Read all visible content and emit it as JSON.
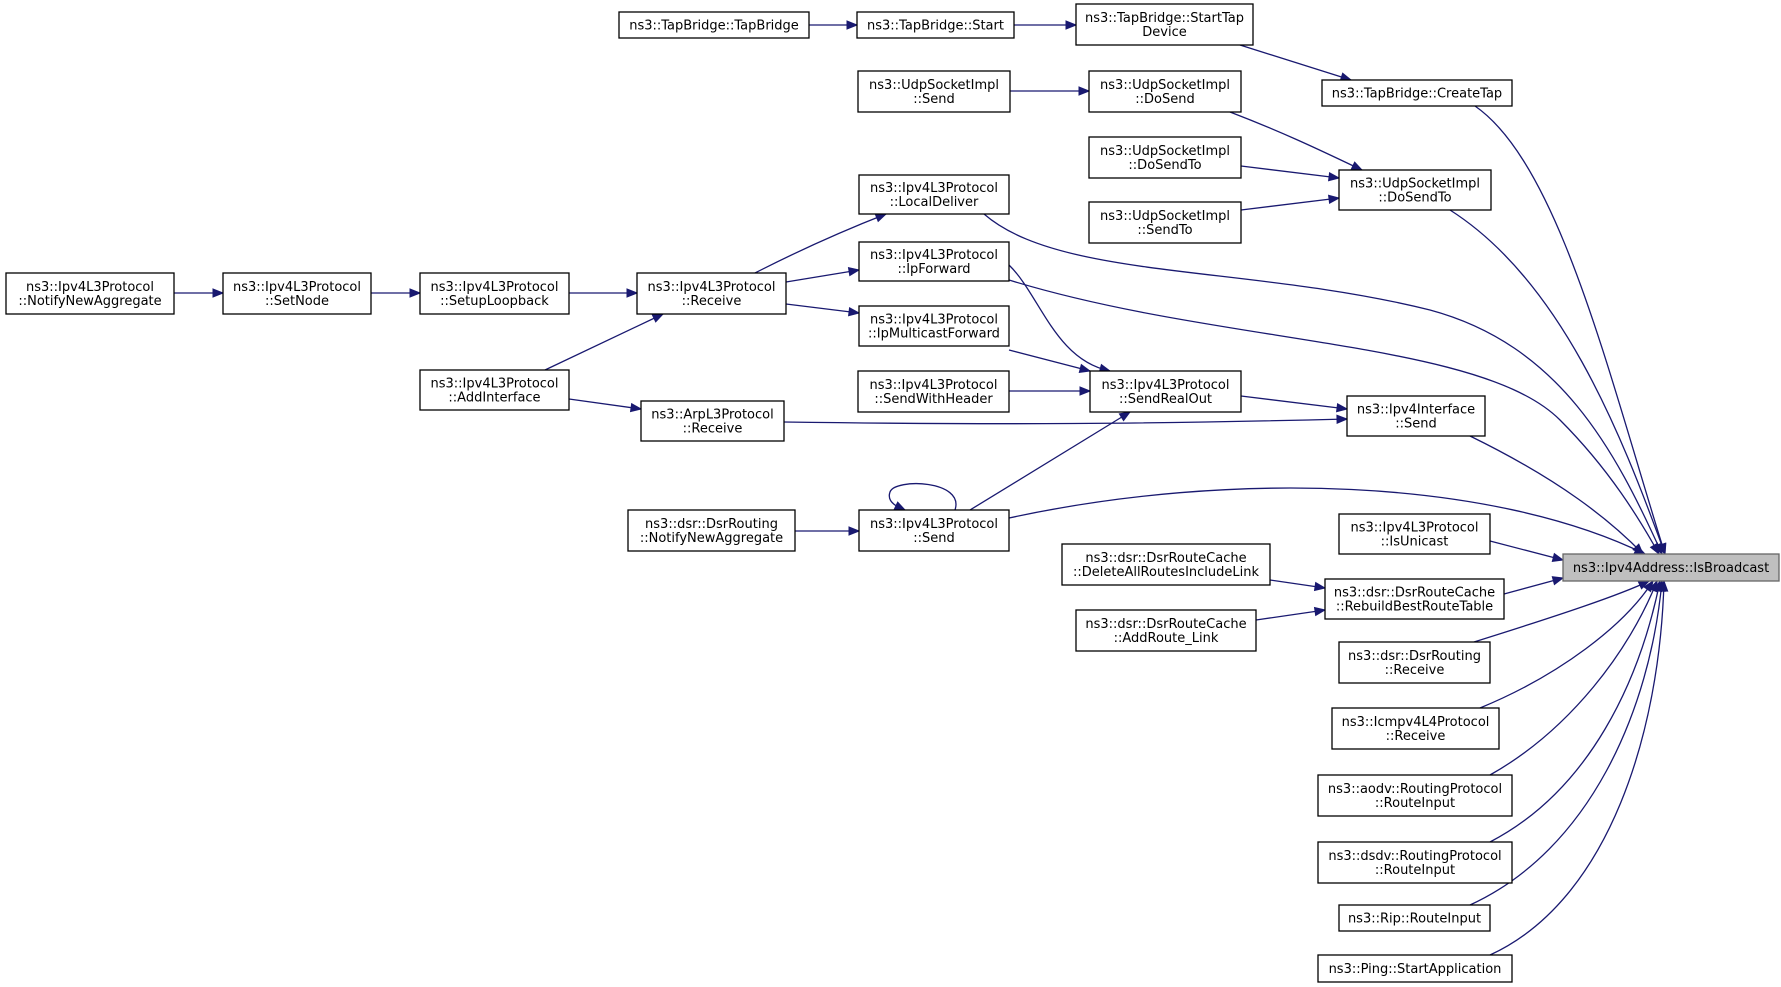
{
  "diagram": {
    "root_id": "isbroadcast",
    "nodes": [
      {
        "id": "tapctor",
        "lines": [
          "ns3::TapBridge::TapBridge"
        ]
      },
      {
        "id": "tapstart",
        "lines": [
          "ns3::TapBridge::Start"
        ]
      },
      {
        "id": "tapstartdev",
        "lines": [
          "ns3::TapBridge::StartTap",
          "Device"
        ]
      },
      {
        "id": "tapcreate",
        "lines": [
          "ns3::TapBridge::CreateTap"
        ]
      },
      {
        "id": "udpsend",
        "lines": [
          "ns3::UdpSocketImpl",
          "::Send"
        ]
      },
      {
        "id": "udpdosend",
        "lines": [
          "ns3::UdpSocketImpl",
          "::DoSend"
        ]
      },
      {
        "id": "udpdosendto_l",
        "lines": [
          "ns3::UdpSocketImpl",
          "::DoSendTo"
        ]
      },
      {
        "id": "udpsendto",
        "lines": [
          "ns3::UdpSocketImpl",
          "::SendTo"
        ]
      },
      {
        "id": "udpdosendto_r",
        "lines": [
          "ns3::UdpSocketImpl",
          "::DoSendTo"
        ]
      },
      {
        "id": "localdeliver",
        "lines": [
          "ns3::Ipv4L3Protocol",
          "::LocalDeliver"
        ]
      },
      {
        "id": "ipforward",
        "lines": [
          "ns3::Ipv4L3Protocol",
          "::IpForward"
        ]
      },
      {
        "id": "ipmcast",
        "lines": [
          "ns3::Ipv4L3Protocol",
          "::IpMulticastForward"
        ]
      },
      {
        "id": "notifyagg",
        "lines": [
          "ns3::Ipv4L3Protocol",
          "::NotifyNewAggregate"
        ]
      },
      {
        "id": "setnode",
        "lines": [
          "ns3::Ipv4L3Protocol",
          "::SetNode"
        ]
      },
      {
        "id": "setuploop",
        "lines": [
          "ns3::Ipv4L3Protocol",
          "::SetupLoopback"
        ]
      },
      {
        "id": "ipv4receive",
        "lines": [
          "ns3::Ipv4L3Protocol",
          "::Receive"
        ]
      },
      {
        "id": "addinterface",
        "lines": [
          "ns3::Ipv4L3Protocol",
          "::AddInterface"
        ]
      },
      {
        "id": "arpreceive",
        "lines": [
          "ns3::ArpL3Protocol",
          "::Receive"
        ]
      },
      {
        "id": "sendwithheader",
        "lines": [
          "ns3::Ipv4L3Protocol",
          "::SendWithHeader"
        ]
      },
      {
        "id": "sendrealout",
        "lines": [
          "ns3::Ipv4L3Protocol",
          "::SendRealOut"
        ]
      },
      {
        "id": "ifacesend",
        "lines": [
          "ns3::Ipv4Interface",
          "::Send"
        ]
      },
      {
        "id": "dsrnotify",
        "lines": [
          "ns3::dsr::DsrRouting",
          "::NotifyNewAggregate"
        ]
      },
      {
        "id": "ipv4send",
        "lines": [
          "ns3::Ipv4L3Protocol",
          "::Send"
        ]
      },
      {
        "id": "isunicast",
        "lines": [
          "ns3::Ipv4L3Protocol",
          "::IsUnicast"
        ]
      },
      {
        "id": "delroutes",
        "lines": [
          "ns3::dsr::DsrRouteCache",
          "::DeleteAllRoutesIncludeLink"
        ]
      },
      {
        "id": "addroute",
        "lines": [
          "ns3::dsr::DsrRouteCache",
          "::AddRoute_Link"
        ]
      },
      {
        "id": "rebuild",
        "lines": [
          "ns3::dsr::DsrRouteCache",
          "::RebuildBestRouteTable"
        ]
      },
      {
        "id": "dsrreceive",
        "lines": [
          "ns3::dsr::DsrRouting",
          "::Receive"
        ]
      },
      {
        "id": "icmpreceive",
        "lines": [
          "ns3::Icmpv4L4Protocol",
          "::Receive"
        ]
      },
      {
        "id": "aodv",
        "lines": [
          "ns3::aodv::RoutingProtocol",
          "::RouteInput"
        ]
      },
      {
        "id": "dsdv",
        "lines": [
          "ns3::dsdv::RoutingProtocol",
          "::RouteInput"
        ]
      },
      {
        "id": "rip",
        "lines": [
          "ns3::Rip::RouteInput"
        ]
      },
      {
        "id": "ping",
        "lines": [
          "ns3::Ping::StartApplication"
        ]
      },
      {
        "id": "isbroadcast",
        "lines": [
          "ns3::Ipv4Address::IsBroadcast"
        ]
      }
    ],
    "edges": [
      {
        "from": "tapctor",
        "to": "tapstart"
      },
      {
        "from": "tapstart",
        "to": "tapstartdev"
      },
      {
        "from": "tapstartdev",
        "to": "tapcreate"
      },
      {
        "from": "tapcreate",
        "to": "isbroadcast"
      },
      {
        "from": "udpsend",
        "to": "udpdosend"
      },
      {
        "from": "udpdosend",
        "to": "udpdosendto_r"
      },
      {
        "from": "udpdosendto_l",
        "to": "udpdosendto_r"
      },
      {
        "from": "udpsendto",
        "to": "udpdosendto_r"
      },
      {
        "from": "udpdosendto_r",
        "to": "isbroadcast"
      },
      {
        "from": "ipv4receive",
        "to": "localdeliver"
      },
      {
        "from": "localdeliver",
        "to": "isbroadcast"
      },
      {
        "from": "ipv4receive",
        "to": "ipforward"
      },
      {
        "from": "ipforward",
        "to": "isbroadcast"
      },
      {
        "from": "ipforward",
        "to": "sendrealout"
      },
      {
        "from": "ipv4receive",
        "to": "ipmcast"
      },
      {
        "from": "ipmcast",
        "to": "sendrealout"
      },
      {
        "from": "notifyagg",
        "to": "setnode"
      },
      {
        "from": "setnode",
        "to": "setuploop"
      },
      {
        "from": "setuploop",
        "to": "ipv4receive"
      },
      {
        "from": "addinterface",
        "to": "ipv4receive"
      },
      {
        "from": "addinterface",
        "to": "arpreceive"
      },
      {
        "from": "arpreceive",
        "to": "ifacesend"
      },
      {
        "from": "sendwithheader",
        "to": "sendrealout"
      },
      {
        "from": "sendrealout",
        "to": "ifacesend"
      },
      {
        "from": "ifacesend",
        "to": "isbroadcast"
      },
      {
        "from": "ipv4send",
        "to": "sendrealout"
      },
      {
        "from": "ipv4send",
        "to": "ipv4send"
      },
      {
        "from": "dsrnotify",
        "to": "ipv4send"
      },
      {
        "from": "ipv4send",
        "to": "isbroadcast"
      },
      {
        "from": "isunicast",
        "to": "isbroadcast"
      },
      {
        "from": "delroutes",
        "to": "rebuild"
      },
      {
        "from": "addroute",
        "to": "rebuild"
      },
      {
        "from": "rebuild",
        "to": "isbroadcast"
      },
      {
        "from": "dsrreceive",
        "to": "isbroadcast"
      },
      {
        "from": "icmpreceive",
        "to": "isbroadcast"
      },
      {
        "from": "aodv",
        "to": "isbroadcast"
      },
      {
        "from": "dsdv",
        "to": "isbroadcast"
      },
      {
        "from": "rip",
        "to": "isbroadcast"
      },
      {
        "from": "ping",
        "to": "isbroadcast"
      }
    ]
  }
}
